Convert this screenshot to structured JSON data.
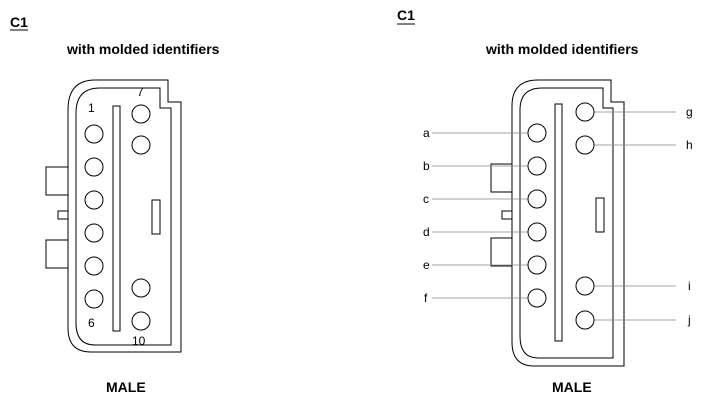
{
  "left": {
    "title": "C1",
    "subtitle": "with molded identifiers",
    "footer": "MALE",
    "pin_labels": [
      "1",
      "6",
      "7",
      "10"
    ]
  },
  "right": {
    "title": "C1",
    "subtitle": "with molded identifiers",
    "footer": "MALE",
    "callouts": [
      "a",
      "b",
      "c",
      "d",
      "e",
      "f",
      "g",
      "h",
      "i",
      "j"
    ]
  }
}
